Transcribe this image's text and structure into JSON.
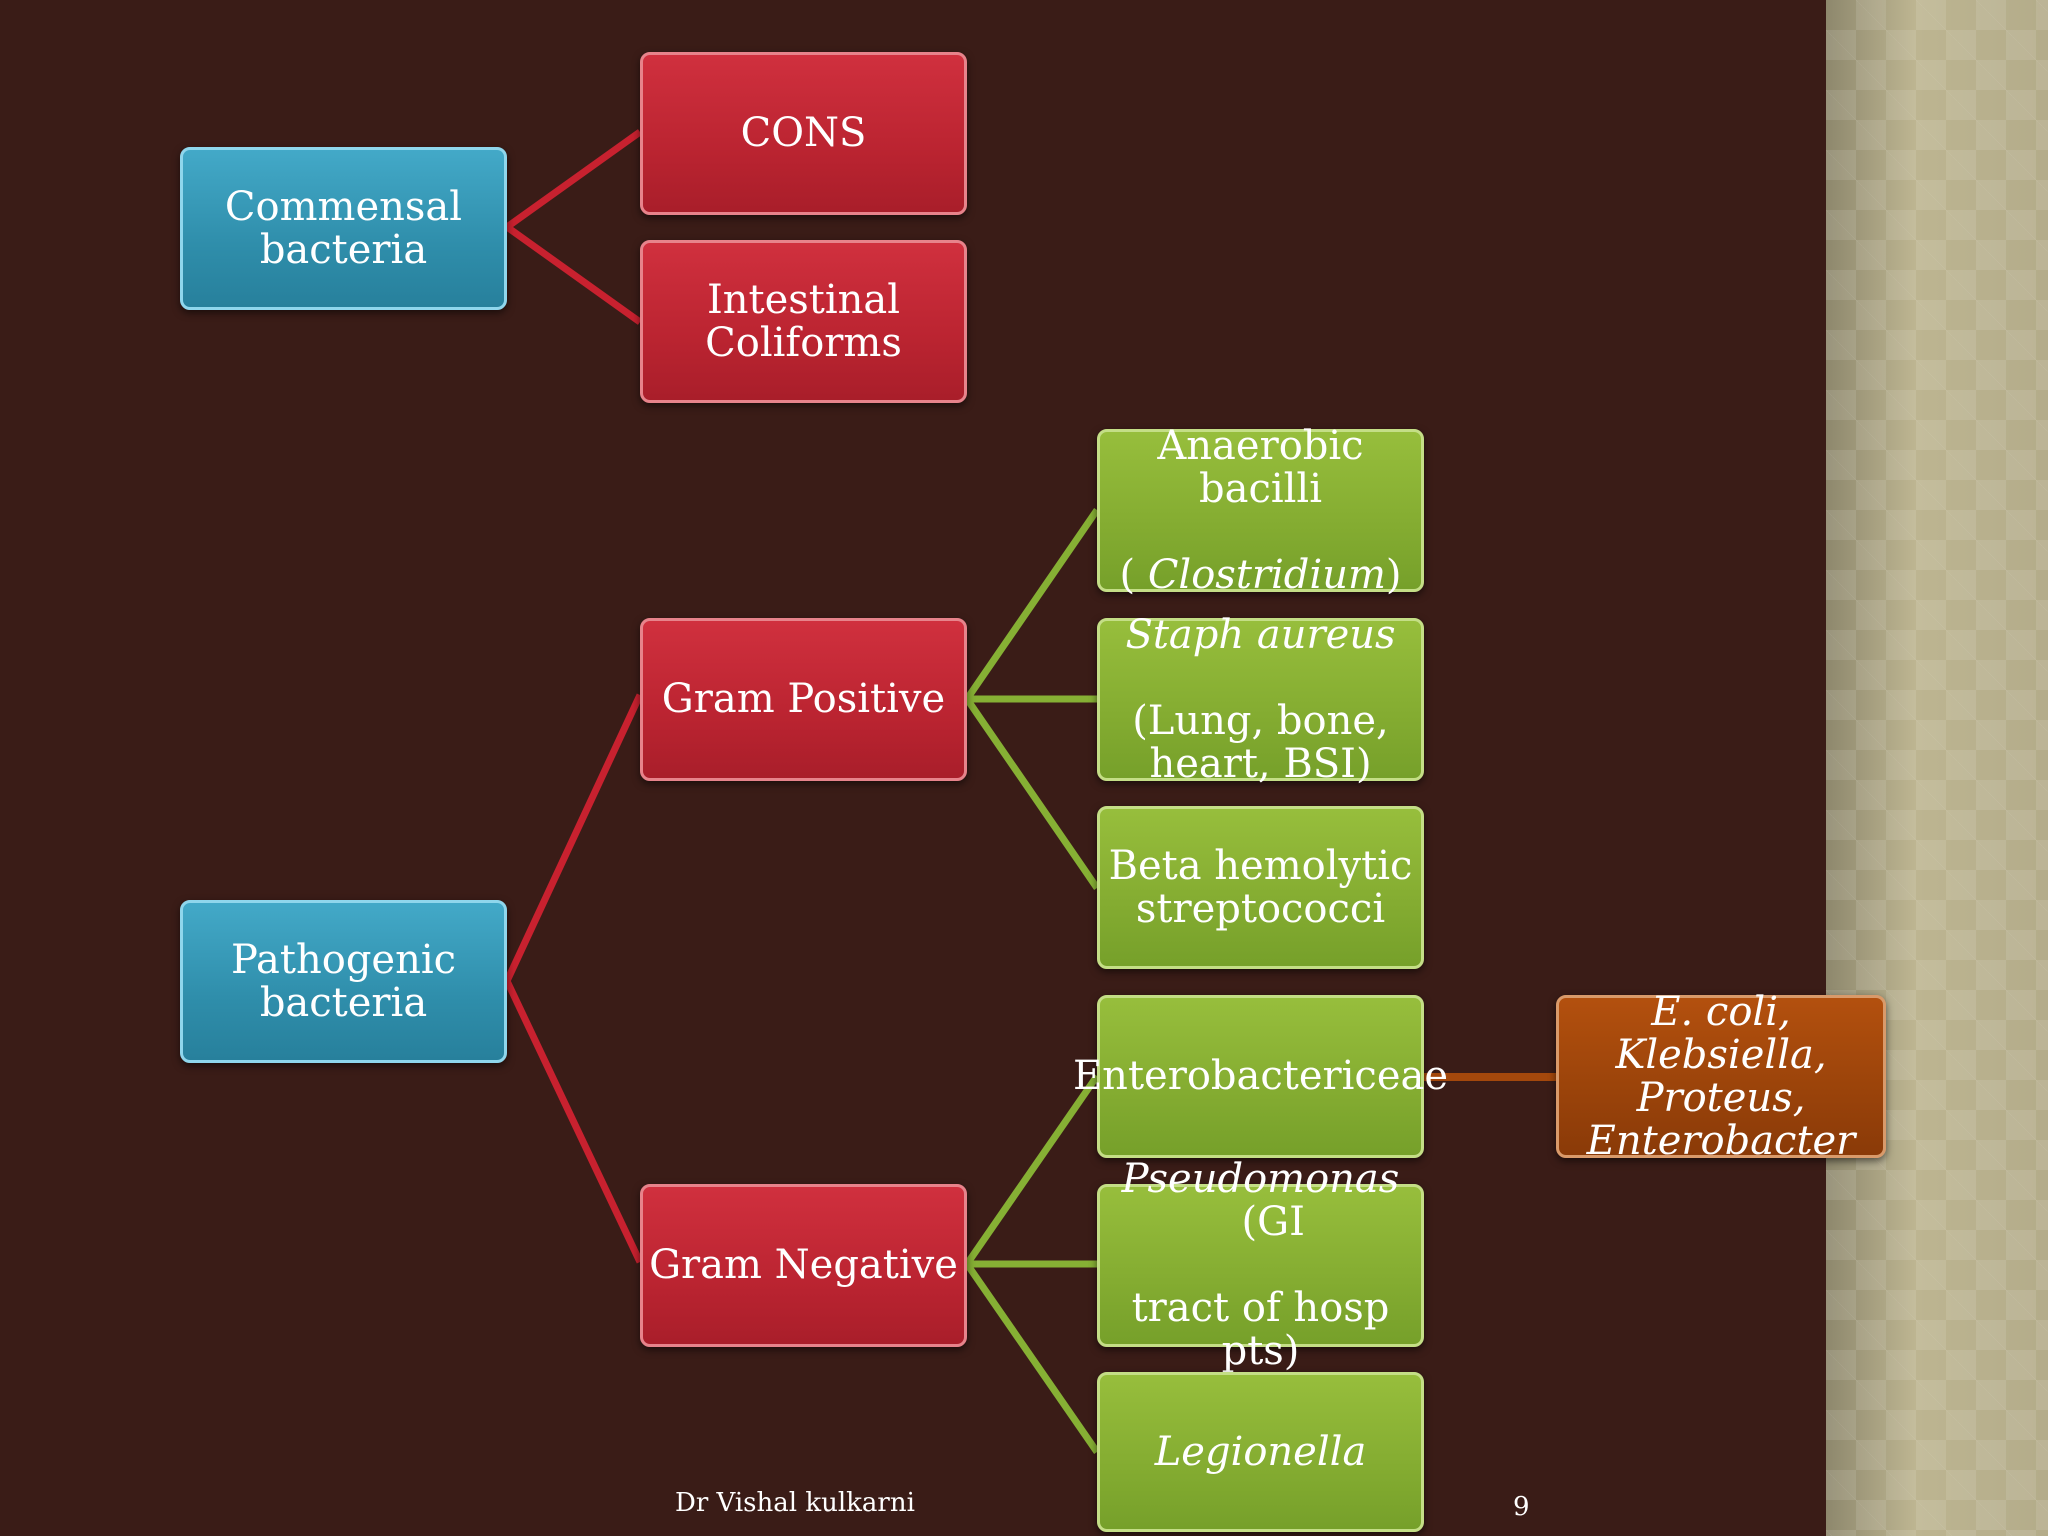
{
  "diagram": {
    "commensal": "Commensal\nbacteria",
    "cons": "CONS",
    "intestinal": "Intestinal\nColiforms",
    "pathogenic": "Pathogenic\nbacteria",
    "gram_positive": "Gram Positive",
    "gram_negative": "Gram  Negative",
    "anaerobic_line1": "Anaerobic bacilli",
    "anaerobic_line2_open": "( ",
    "anaerobic_line2_italic": "Clostridium",
    "anaerobic_line2_close": ")",
    "staph_italic": "Staph aureus",
    "staph_rest": "(Lung, bone,\nheart, BSI)",
    "beta_strep": "Beta hemolytic\nstreptococci",
    "enterobactericeae": "Enterobactericeae",
    "pseudomonas_italic": "Pseudomonas",
    "pseudomonas_rest1": "  (GI",
    "pseudomonas_rest2": "tract of hosp pts)",
    "legionella": "Legionella",
    "ecoli_group": "E. coli, Klebsiella,\nProteus,\nEnterobacter"
  },
  "footer": {
    "author": "Dr Vishal kulkarni",
    "page_number": "9"
  },
  "colors": {
    "background": "#3a1c17",
    "blue": "#2f8eab",
    "red": "#bb2431",
    "green": "#84ac31",
    "orange": "#9a430a",
    "red_connector": "#c8212f",
    "green_connector": "#86b034",
    "orange_connector": "#a4480c"
  }
}
